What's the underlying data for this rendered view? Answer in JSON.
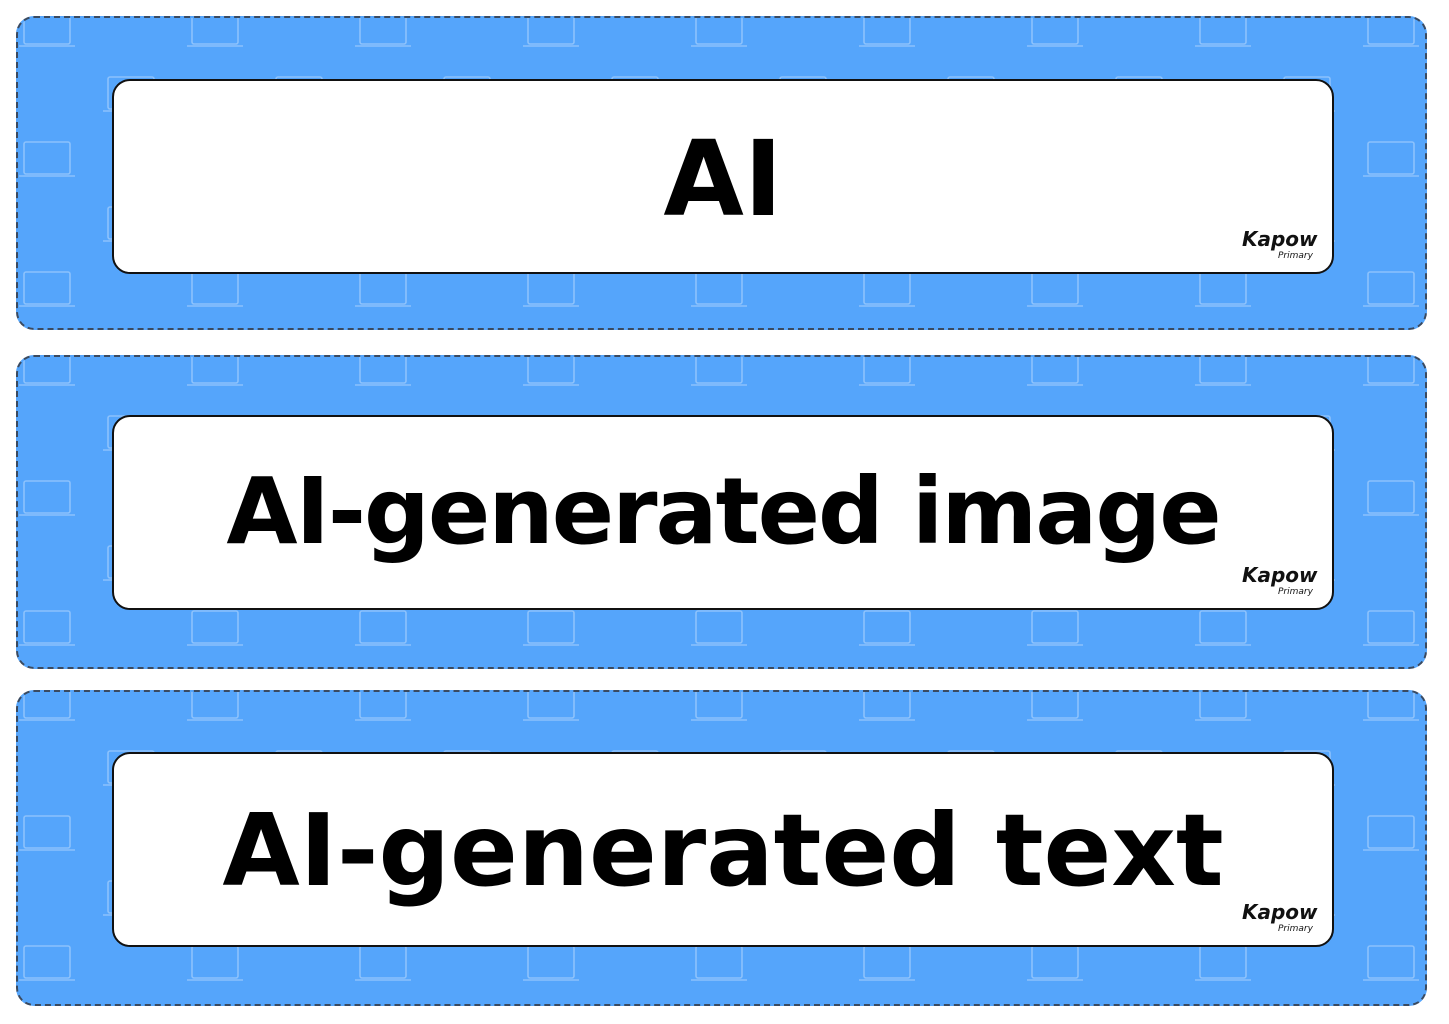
{
  "cards": [
    {
      "term": "AI"
    },
    {
      "term": "AI-generated image"
    },
    {
      "term": "AI-generated text"
    }
  ],
  "logo": {
    "brand": "Kapow",
    "sub": "Primary"
  },
  "colors": {
    "card_background": "#55a5fb",
    "pattern": "#8cc2fc",
    "inner_background": "#ffffff",
    "text": "#000000"
  },
  "icons": [
    "laptop-icon"
  ]
}
